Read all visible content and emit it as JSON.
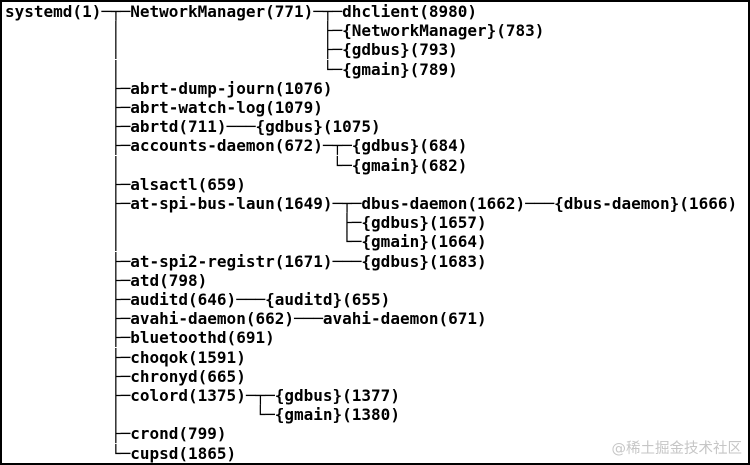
{
  "colors": {
    "background": "#ffffff",
    "border": "#000000",
    "text": "#000000",
    "watermark": "#c6c6c6"
  },
  "watermark": {
    "text": "@稀土掘金技术社区"
  },
  "process_tree": {
    "name": "systemd",
    "pid": 1,
    "children": [
      {
        "name": "NetworkManager",
        "pid": 771,
        "children": [
          {
            "name": "dhclient",
            "pid": 8980
          },
          {
            "name": "{NetworkManager}",
            "pid": 783
          },
          {
            "name": "{gdbus}",
            "pid": 793
          },
          {
            "name": "{gmain}",
            "pid": 789
          }
        ]
      },
      {
        "name": "abrt-dump-journ",
        "pid": 1076
      },
      {
        "name": "abrt-watch-log",
        "pid": 1079
      },
      {
        "name": "abrtd",
        "pid": 711,
        "children": [
          {
            "name": "{gdbus}",
            "pid": 1075
          }
        ]
      },
      {
        "name": "accounts-daemon",
        "pid": 672,
        "children": [
          {
            "name": "{gdbus}",
            "pid": 684
          },
          {
            "name": "{gmain}",
            "pid": 682
          }
        ]
      },
      {
        "name": "alsactl",
        "pid": 659
      },
      {
        "name": "at-spi-bus-laun",
        "pid": 1649,
        "children": [
          {
            "name": "dbus-daemon",
            "pid": 1662,
            "children": [
              {
                "name": "{dbus-daemon}",
                "pid": 1666
              }
            ]
          },
          {
            "name": "{gdbus}",
            "pid": 1657
          },
          {
            "name": "{gmain}",
            "pid": 1664
          }
        ]
      },
      {
        "name": "at-spi2-registr",
        "pid": 1671,
        "children": [
          {
            "name": "{gdbus}",
            "pid": 1683
          }
        ]
      },
      {
        "name": "atd",
        "pid": 798
      },
      {
        "name": "auditd",
        "pid": 646,
        "children": [
          {
            "name": "{auditd}",
            "pid": 655
          }
        ]
      },
      {
        "name": "avahi-daemon",
        "pid": 662,
        "children": [
          {
            "name": "avahi-daemon",
            "pid": 671
          }
        ]
      },
      {
        "name": "bluetoothd",
        "pid": 691
      },
      {
        "name": "choqok",
        "pid": 1591
      },
      {
        "name": "chronyd",
        "pid": 665
      },
      {
        "name": "colord",
        "pid": 1375,
        "children": [
          {
            "name": "{gdbus}",
            "pid": 1377
          },
          {
            "name": "{gmain}",
            "pid": 1380
          }
        ]
      },
      {
        "name": "crond",
        "pid": 799
      },
      {
        "name": "cupsd",
        "pid": 1865
      }
    ]
  }
}
